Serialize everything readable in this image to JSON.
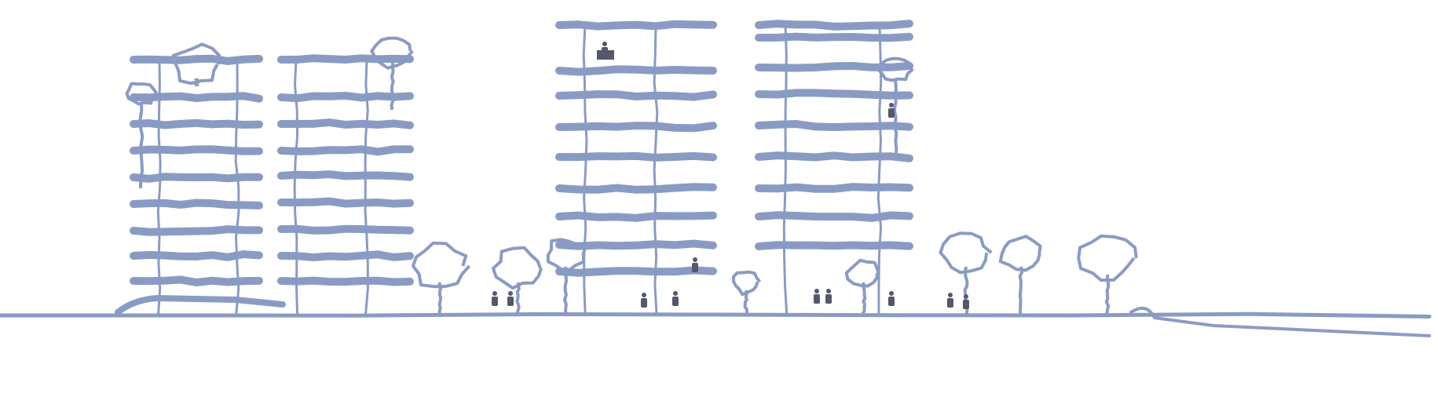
{
  "colors": {
    "background": "#ffffff",
    "sketch_stroke": "#8a9bc3",
    "figures": "#55576a"
  },
  "icons": [
    "building-sketch",
    "tree-sketch",
    "people-silhouettes"
  ]
}
